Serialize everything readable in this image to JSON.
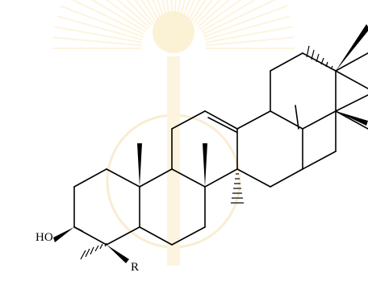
{
  "labels": {
    "hydroxyl": "HO",
    "substituent": "R"
  },
  "colors": {
    "background": "#ffffff",
    "bonds": "#000000",
    "watermark": "#f6d98a"
  },
  "watermark": {
    "icon": "university-seal-watermark"
  }
}
